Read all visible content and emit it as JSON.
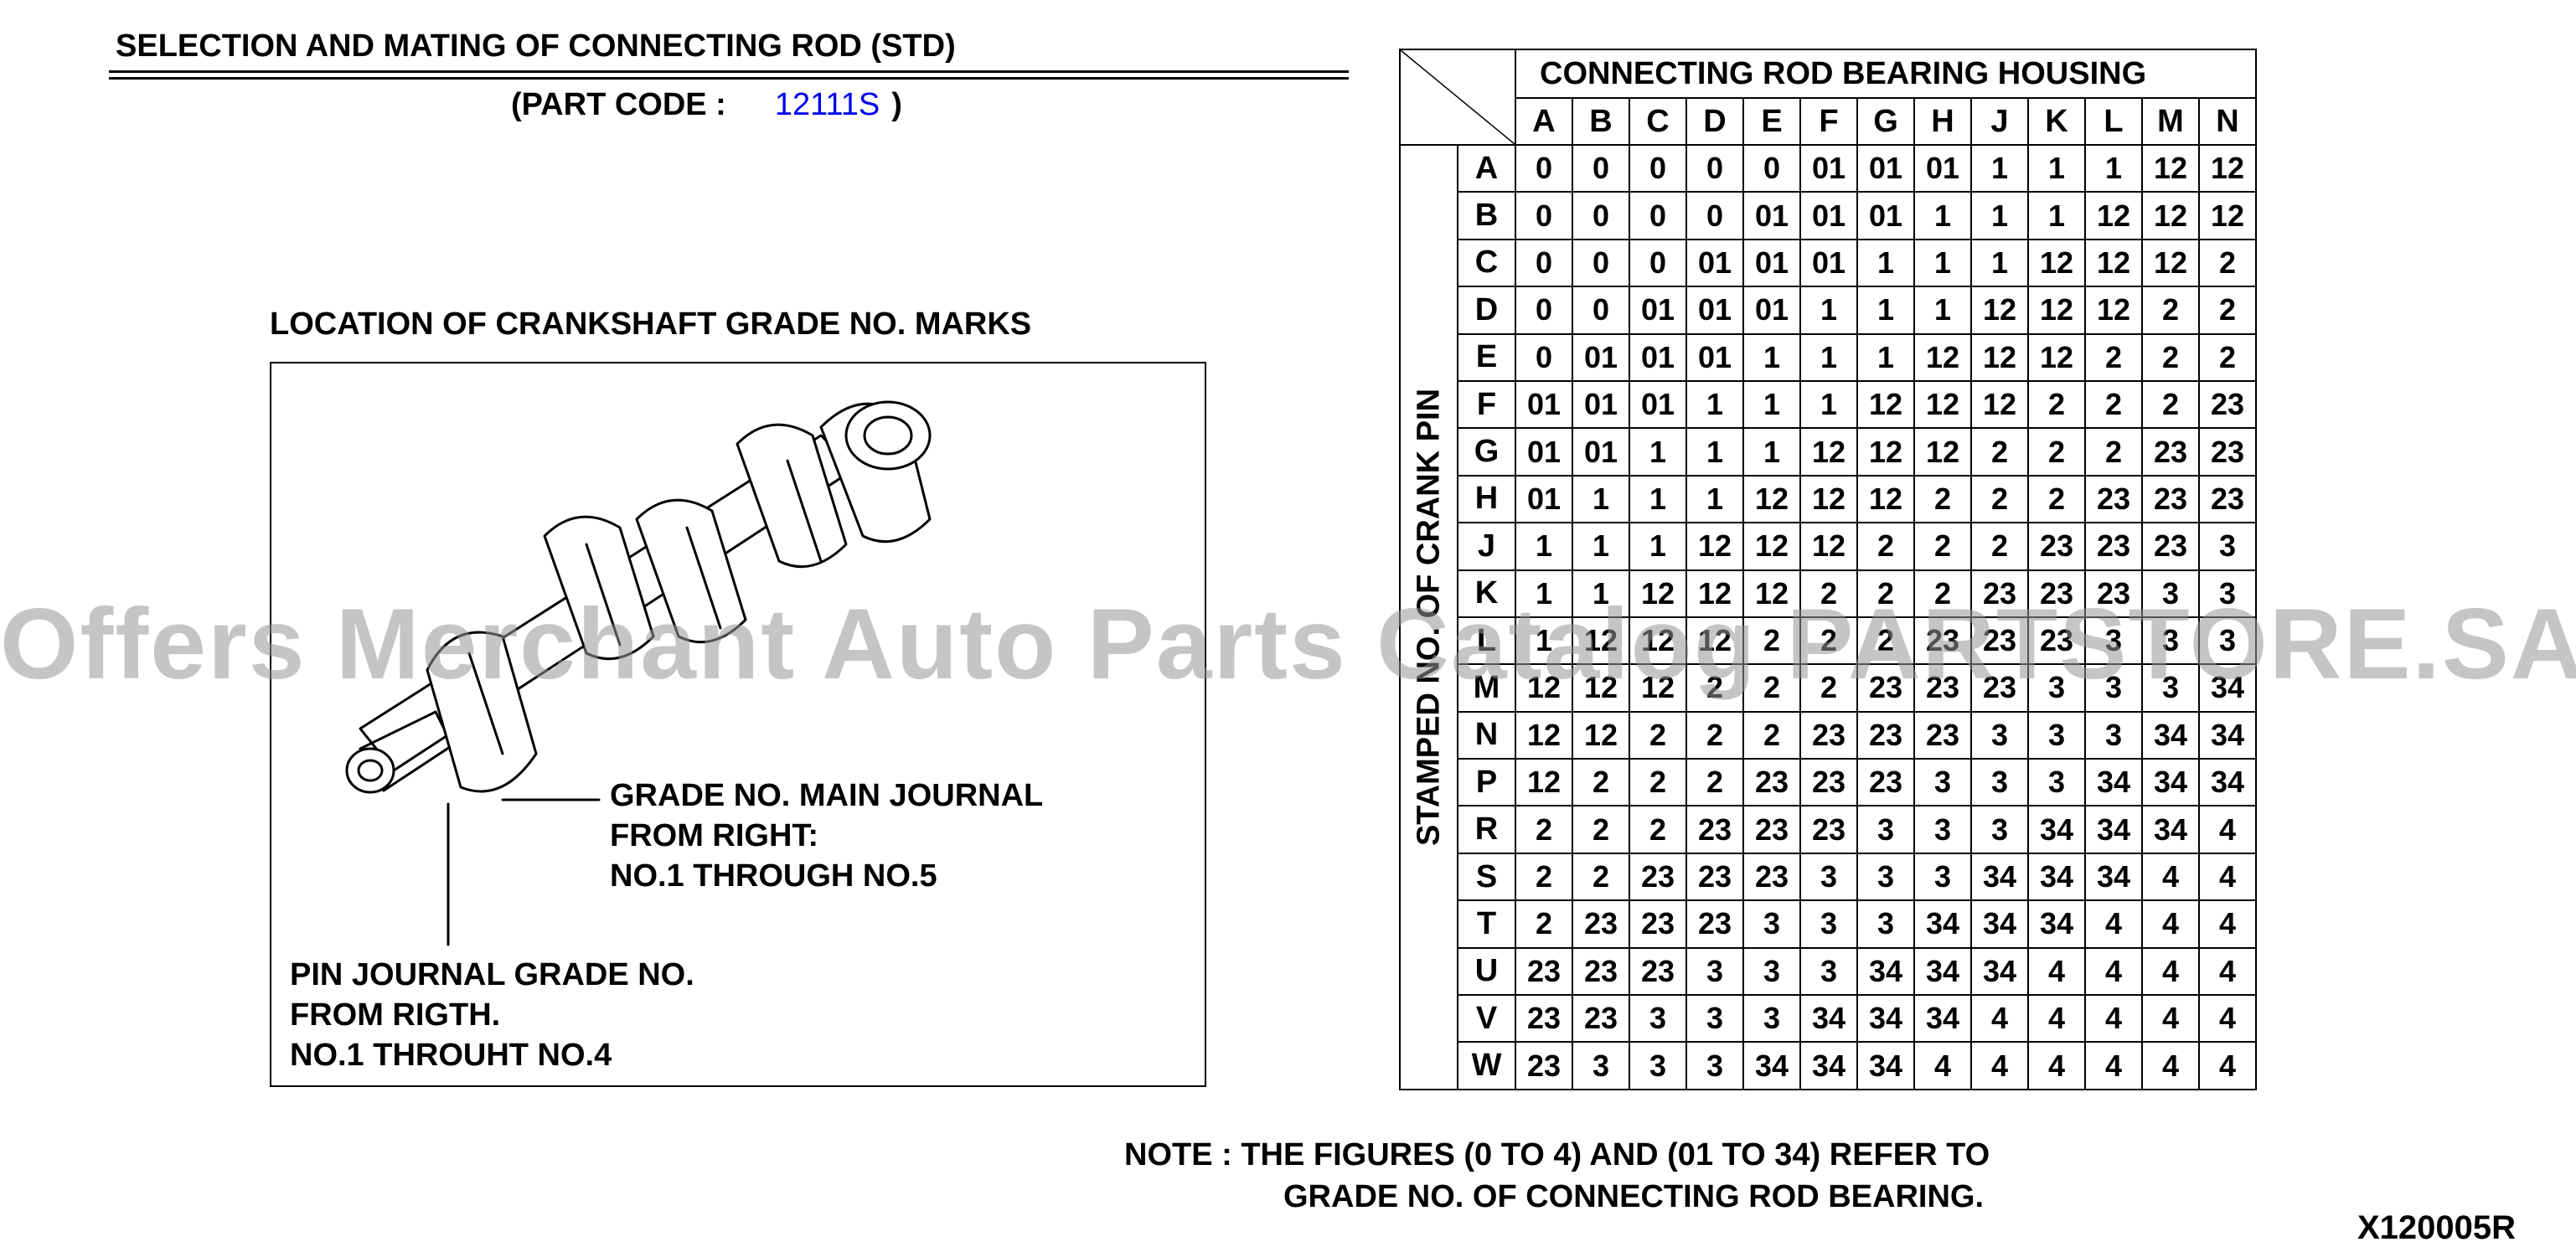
{
  "title": "SELECTION AND MATING OF CONNECTING ROD (STD)",
  "part_code": {
    "label": "(PART CODE :",
    "code": "12111S",
    "close": ")"
  },
  "location_title": "LOCATION OF CRANKSHAFT GRADE NO. MARKS",
  "main_journal_note": {
    "line1": "GRADE NO. MAIN JOURNAL",
    "line2": "FROM RIGHT:",
    "line3": "NO.1 THROUGH NO.5"
  },
  "pin_journal_note": {
    "line1": "PIN JOURNAL GRADE NO.",
    "line2": "FROM RIGTH.",
    "line3": "NO.1 THROUHT NO.4"
  },
  "table": {
    "housing_header": "CONNECTING ROD BEARING HOUSING",
    "pin_header": "STAMPED NO. OF CRANK PIN",
    "columns": [
      "A",
      "B",
      "C",
      "D",
      "E",
      "F",
      "G",
      "H",
      "J",
      "K",
      "L",
      "M",
      "N"
    ],
    "rows": [
      {
        "label": "A",
        "values": [
          "0",
          "0",
          "0",
          "0",
          "0",
          "01",
          "01",
          "01",
          "1",
          "1",
          "1",
          "12",
          "12"
        ]
      },
      {
        "label": "B",
        "values": [
          "0",
          "0",
          "0",
          "0",
          "01",
          "01",
          "01",
          "1",
          "1",
          "1",
          "12",
          "12",
          "12"
        ]
      },
      {
        "label": "C",
        "values": [
          "0",
          "0",
          "0",
          "01",
          "01",
          "01",
          "1",
          "1",
          "1",
          "12",
          "12",
          "12",
          "2"
        ]
      },
      {
        "label": "D",
        "values": [
          "0",
          "0",
          "01",
          "01",
          "01",
          "1",
          "1",
          "1",
          "12",
          "12",
          "12",
          "2",
          "2"
        ]
      },
      {
        "label": "E",
        "values": [
          "0",
          "01",
          "01",
          "01",
          "1",
          "1",
          "1",
          "12",
          "12",
          "12",
          "2",
          "2",
          "2"
        ]
      },
      {
        "label": "F",
        "values": [
          "01",
          "01",
          "01",
          "1",
          "1",
          "1",
          "12",
          "12",
          "12",
          "2",
          "2",
          "2",
          "23"
        ]
      },
      {
        "label": "G",
        "values": [
          "01",
          "01",
          "1",
          "1",
          "1",
          "12",
          "12",
          "12",
          "2",
          "2",
          "2",
          "23",
          "23"
        ]
      },
      {
        "label": "H",
        "values": [
          "01",
          "1",
          "1",
          "1",
          "12",
          "12",
          "12",
          "2",
          "2",
          "2",
          "23",
          "23",
          "23"
        ]
      },
      {
        "label": "J",
        "values": [
          "1",
          "1",
          "1",
          "12",
          "12",
          "12",
          "2",
          "2",
          "2",
          "23",
          "23",
          "23",
          "3"
        ]
      },
      {
        "label": "K",
        "values": [
          "1",
          "1",
          "12",
          "12",
          "12",
          "2",
          "2",
          "2",
          "23",
          "23",
          "23",
          "3",
          "3"
        ]
      },
      {
        "label": "L",
        "values": [
          "1",
          "12",
          "12",
          "12",
          "2",
          "2",
          "2",
          "23",
          "23",
          "23",
          "3",
          "3",
          "3"
        ]
      },
      {
        "label": "M",
        "values": [
          "12",
          "12",
          "12",
          "2",
          "2",
          "2",
          "23",
          "23",
          "23",
          "3",
          "3",
          "3",
          "34"
        ]
      },
      {
        "label": "N",
        "values": [
          "12",
          "12",
          "2",
          "2",
          "2",
          "23",
          "23",
          "23",
          "3",
          "3",
          "3",
          "34",
          "34"
        ]
      },
      {
        "label": "P",
        "values": [
          "12",
          "2",
          "2",
          "2",
          "23",
          "23",
          "23",
          "3",
          "3",
          "3",
          "34",
          "34",
          "34"
        ]
      },
      {
        "label": "R",
        "values": [
          "2",
          "2",
          "2",
          "23",
          "23",
          "23",
          "3",
          "3",
          "3",
          "34",
          "34",
          "34",
          "4"
        ]
      },
      {
        "label": "S",
        "values": [
          "2",
          "2",
          "23",
          "23",
          "23",
          "3",
          "3",
          "3",
          "34",
          "34",
          "34",
          "4",
          "4"
        ]
      },
      {
        "label": "T",
        "values": [
          "2",
          "23",
          "23",
          "23",
          "3",
          "3",
          "3",
          "34",
          "34",
          "34",
          "4",
          "4",
          "4"
        ]
      },
      {
        "label": "U",
        "values": [
          "23",
          "23",
          "23",
          "3",
          "3",
          "3",
          "34",
          "34",
          "34",
          "4",
          "4",
          "4",
          "4"
        ]
      },
      {
        "label": "V",
        "values": [
          "23",
          "23",
          "3",
          "3",
          "3",
          "34",
          "34",
          "34",
          "4",
          "4",
          "4",
          "4",
          "4"
        ]
      },
      {
        "label": "W",
        "values": [
          "23",
          "3",
          "3",
          "3",
          "34",
          "34",
          "34",
          "4",
          "4",
          "4",
          "4",
          "4",
          "4"
        ]
      }
    ]
  },
  "note": {
    "line1": "NOTE : THE FIGURES (0 TO 4) AND (01 TO 34) REFER TO",
    "line2": "GRADE NO. OF CONNECTING ROD BEARING."
  },
  "figure_id": "X120005R",
  "watermark": "Offers Merchant Auto Parts Catalog PARTSTORE.SA"
}
